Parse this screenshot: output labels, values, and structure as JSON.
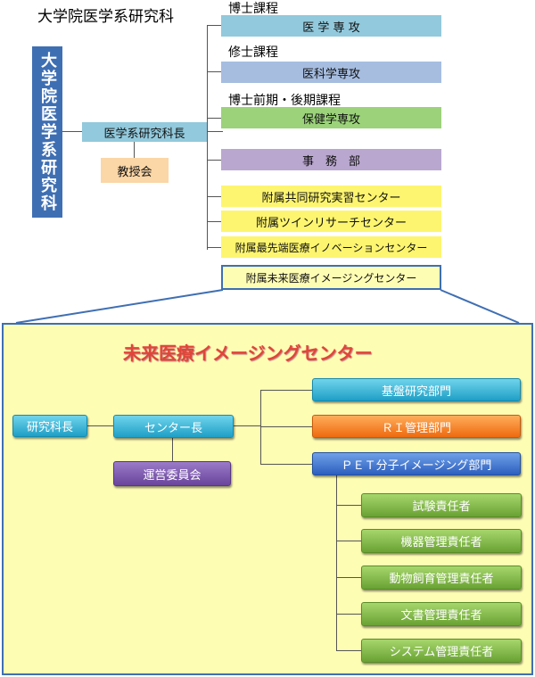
{
  "top": {
    "title": "大学院医学系研究科",
    "vertical_label": "大学院医学系研究科",
    "dean": "医学系研究科長",
    "council": "教授会",
    "courses": [
      {
        "heading": "博士課程",
        "label": "医 学 専 攻"
      },
      {
        "heading": "修士課程",
        "label": "医科学専攻"
      },
      {
        "heading": "博士前期・後期課程",
        "label": "保健学専攻"
      }
    ],
    "office": "事　務　部",
    "affiliated": [
      "附属共同研究実習センター",
      "附属ツインリサーチセンター",
      "附属最先端医療イノベーションセンター"
    ],
    "future_center": "附属未来医療イメージングセンター"
  },
  "detail": {
    "title": "未来医療イメージングセンター",
    "director_dean": "研究科長",
    "center_head": "センター長",
    "steering": "運営委員会",
    "departments": [
      "基盤研究部門",
      "ＲＩ管理部門",
      "ＰＥＴ分子イメージング部門"
    ],
    "managers": [
      "試験責任者",
      "機器管理責任者",
      "動物飼育管理責任者",
      "文書管理責任者",
      "システム管理責任者"
    ]
  },
  "colors": {
    "dean_box": "#92c9dc",
    "vertical_box": "#3f6fb3",
    "council_box": "#fbd6a6",
    "detail_bg": "#fefdb4",
    "detail_title": "#e0453a"
  }
}
